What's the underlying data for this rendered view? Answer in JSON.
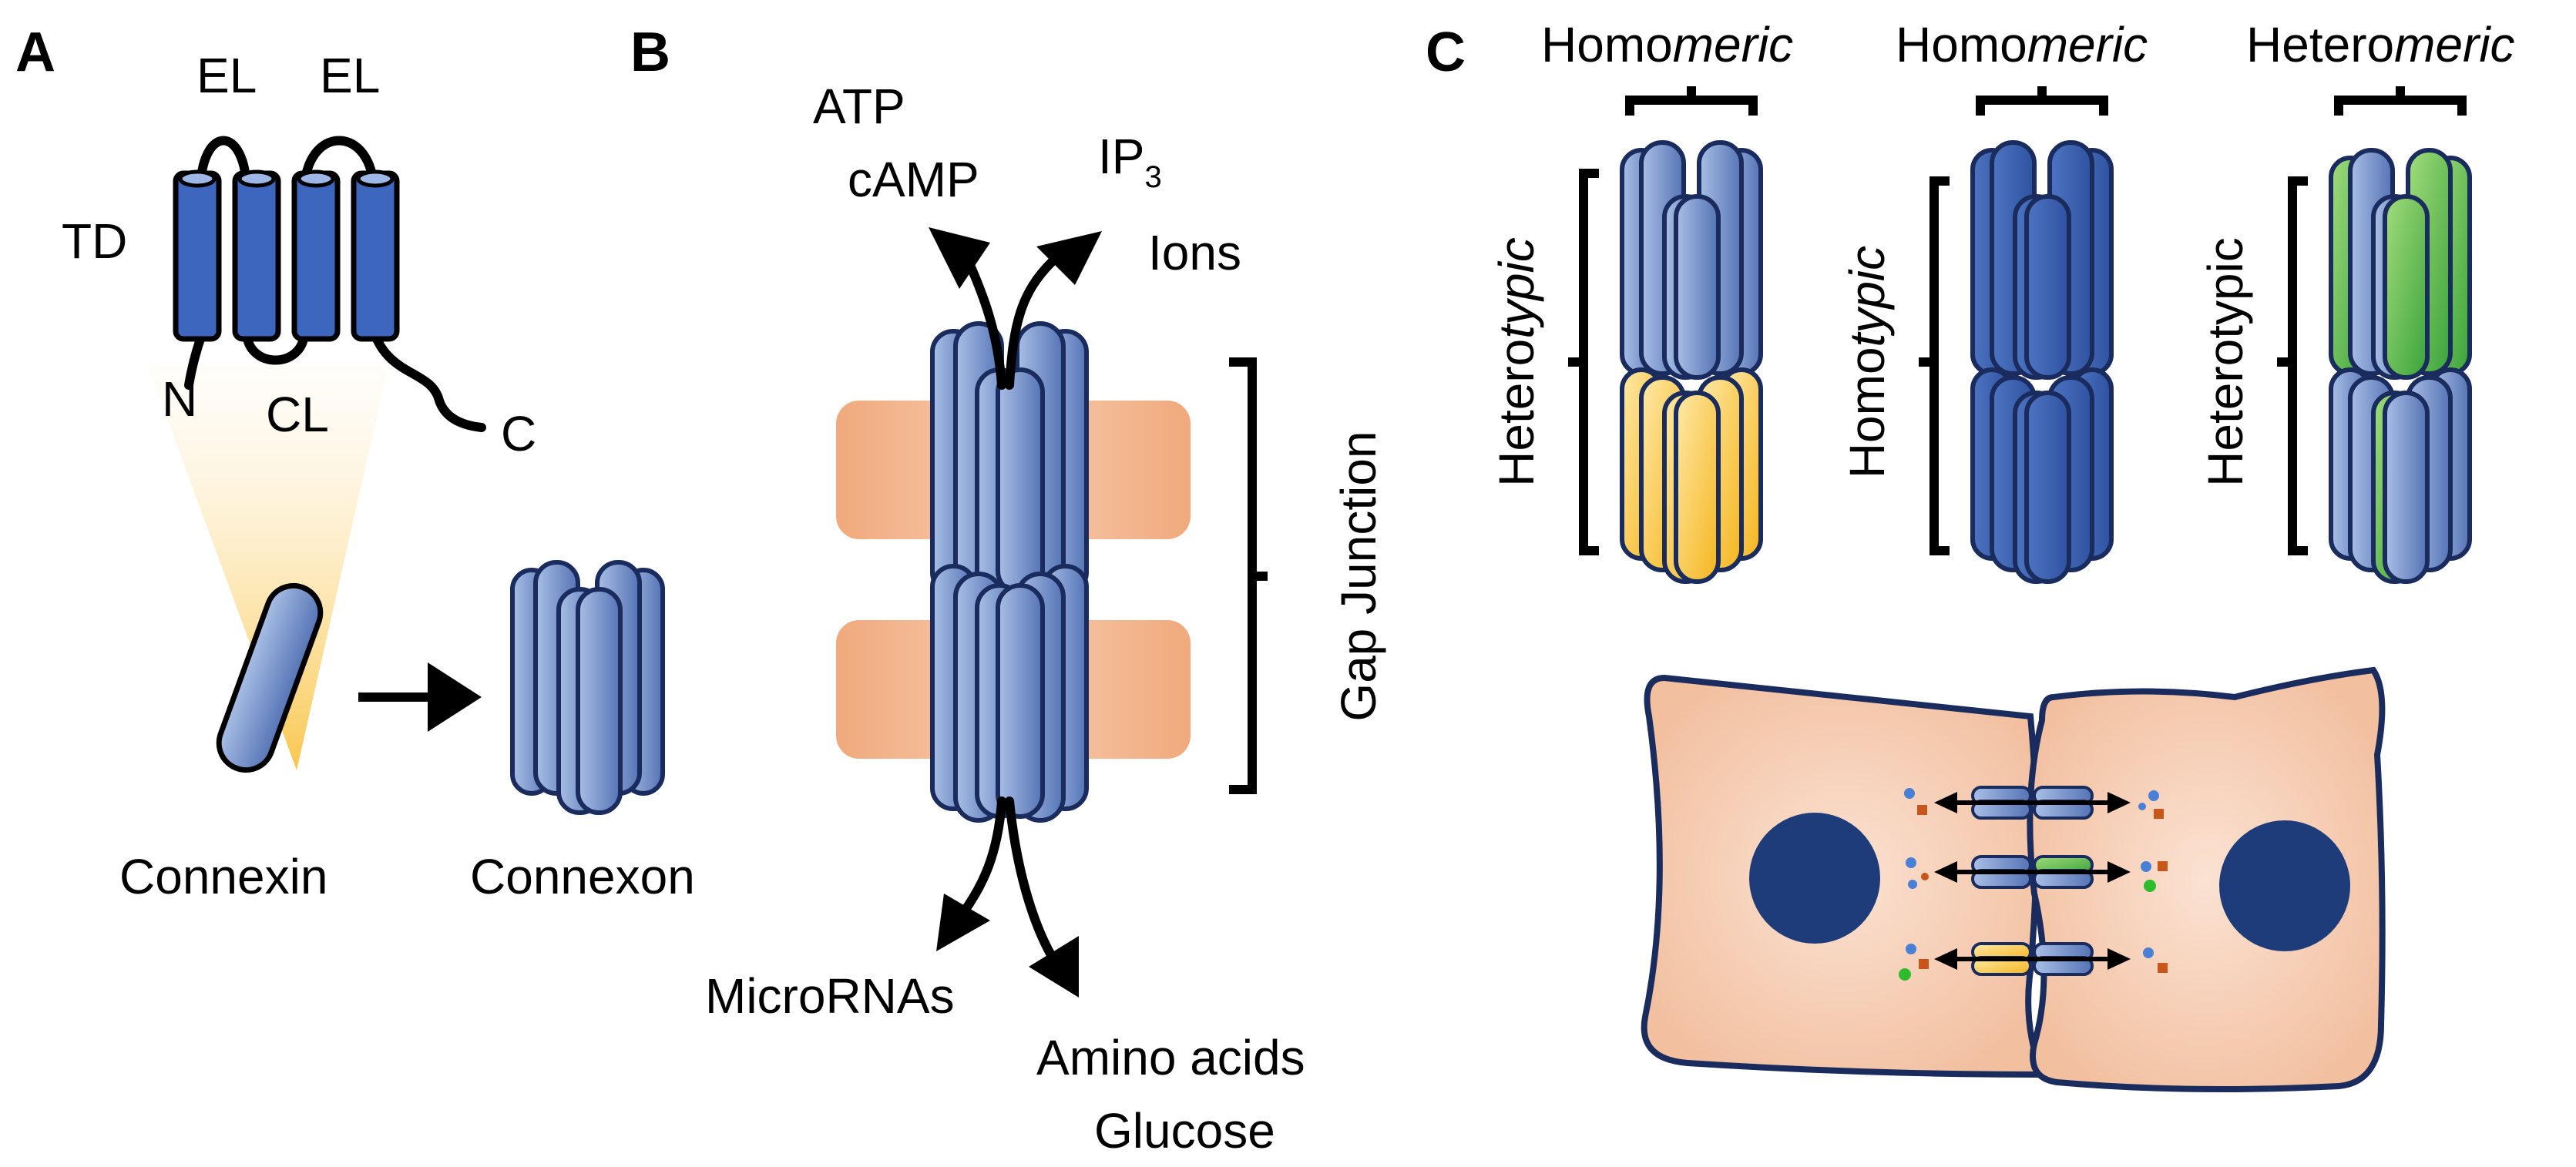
{
  "panels": {
    "a": "A",
    "b": "B",
    "c": "C"
  },
  "panel_a": {
    "el_left": "EL",
    "el_right": "EL",
    "td": "TD",
    "n": "N",
    "cl": "CL",
    "c_terminus": "C",
    "connexin": "Connexin",
    "connexon": "Connexon"
  },
  "panel_b": {
    "atp": "ATP",
    "camp": "cAMP",
    "ip": "IP",
    "ip_sub": "3",
    "ions": "Ions",
    "gap_junction": "Gap Junction",
    "micrornas": "MicroRNAs",
    "amino_acids": "Amino acids",
    "glucose": "Glucose"
  },
  "panel_c": {
    "col1": {
      "top_prefix": "Homo",
      "top_suffix": "meric",
      "side_prefix": "Hetero",
      "side_suffix": "typic"
    },
    "col2": {
      "top_prefix": "Homo",
      "top_suffix": "meric",
      "side_prefix": "Homo",
      "side_suffix": "typic"
    },
    "col3": {
      "top_prefix": "Hetero",
      "top_suffix": "meric",
      "side": "Heterotypic"
    }
  },
  "colors": {
    "connexin_blue": "#7f9bd1",
    "deep_blue": "#3a62b3",
    "yellow": "#fbc531",
    "green": "#5cb84a",
    "membrane": "#f2b48e",
    "cell": "#f7cfb4",
    "nucleus": "#1e3c7a",
    "outline": "#1a2c5e"
  }
}
